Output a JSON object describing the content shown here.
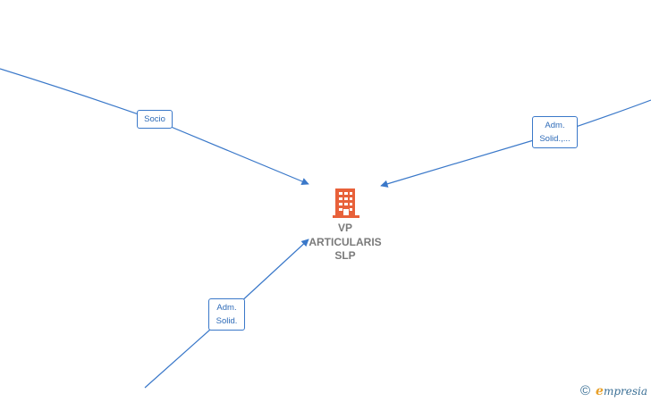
{
  "company": {
    "name_lines": [
      "VP",
      "ARTICULARIS",
      "SLP"
    ],
    "icon": "building-icon",
    "icon_color": "#e8613a"
  },
  "relations": [
    {
      "id": "socio",
      "label_lines": [
        "Socio"
      ]
    },
    {
      "id": "adm-solid-right",
      "label_lines": [
        "Adm.",
        "Solid.,..."
      ]
    },
    {
      "id": "adm-solid-bottom",
      "label_lines": [
        "Adm.",
        "Solid."
      ]
    }
  ],
  "colors": {
    "edge": "#3a78c9",
    "label_text": "#2e6bb8",
    "node_text": "#7a7a7a"
  },
  "brand": {
    "copyright": "©",
    "initial": "e",
    "rest": "mpresia"
  }
}
